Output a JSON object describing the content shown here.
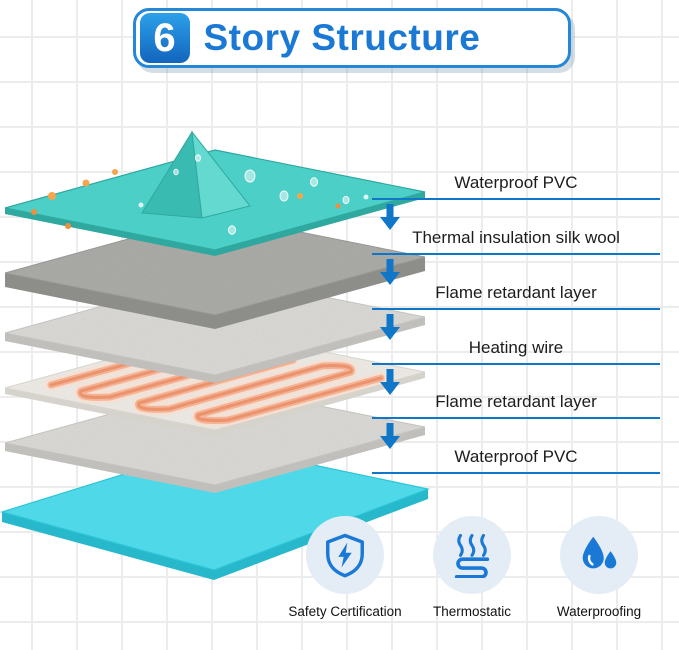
{
  "title": {
    "number": "6",
    "text": "Story Structure"
  },
  "layers": [
    {
      "label": "Waterproof PVC"
    },
    {
      "label": "Thermal insulation silk wool"
    },
    {
      "label": "Flame retardant layer"
    },
    {
      "label": "Heating wire"
    },
    {
      "label": "Flame retardant layer"
    },
    {
      "label": "Waterproof PVC"
    }
  ],
  "features": [
    {
      "label": "Safety Certification",
      "icon": "shield-lightning-icon"
    },
    {
      "label": "Thermostatic",
      "icon": "heat-waves-icon"
    },
    {
      "label": "Waterproofing",
      "icon": "water-drops-icon"
    }
  ],
  "colors": {
    "accent_blue": "#1b79d6",
    "arrow_blue": "#1077c8",
    "pvc_top_teal": "#4ccfc7",
    "insulation_gray": "#adadaa",
    "flame_retardant_gray": "#dbdad7",
    "heating_wire_salmon": "#ea8c66",
    "pvc_bottom_cyan": "#4fd9e8",
    "icon_circle_bg": "#e4edf6"
  }
}
